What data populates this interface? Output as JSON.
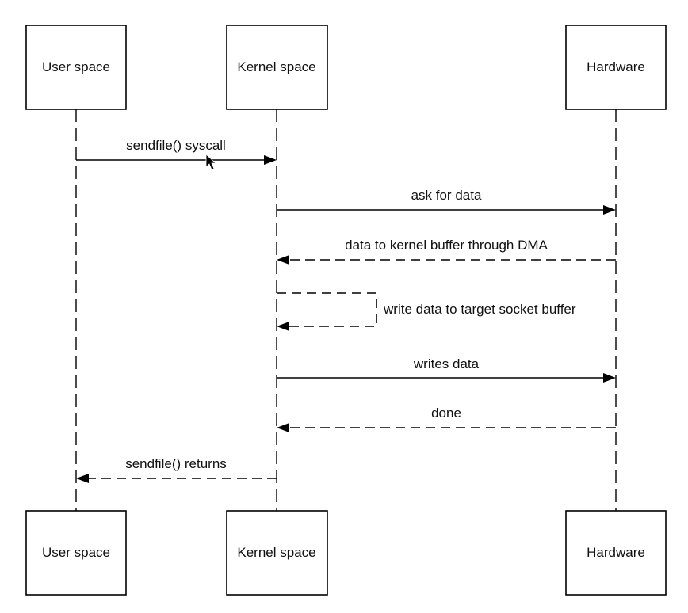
{
  "participants": [
    {
      "id": "user",
      "label": "User space"
    },
    {
      "id": "kernel",
      "label": "Kernel space"
    },
    {
      "id": "hw",
      "label": "Hardware"
    }
  ],
  "messages": [
    {
      "label": "sendfile() syscall",
      "from": "user",
      "to": "kernel",
      "style": "solid"
    },
    {
      "label": "ask for data",
      "from": "kernel",
      "to": "hw",
      "style": "solid"
    },
    {
      "label": "data to kernel buffer through DMA",
      "from": "hw",
      "to": "kernel",
      "style": "dashed"
    },
    {
      "label": "write data to target socket buffer",
      "from": "kernel",
      "to": "kernel",
      "style": "dashed"
    },
    {
      "label": "writes data",
      "from": "kernel",
      "to": "hw",
      "style": "solid"
    },
    {
      "label": "done",
      "from": "hw",
      "to": "kernel",
      "style": "dashed"
    },
    {
      "label": "sendfile() returns",
      "from": "kernel",
      "to": "user",
      "style": "dashed"
    }
  ]
}
